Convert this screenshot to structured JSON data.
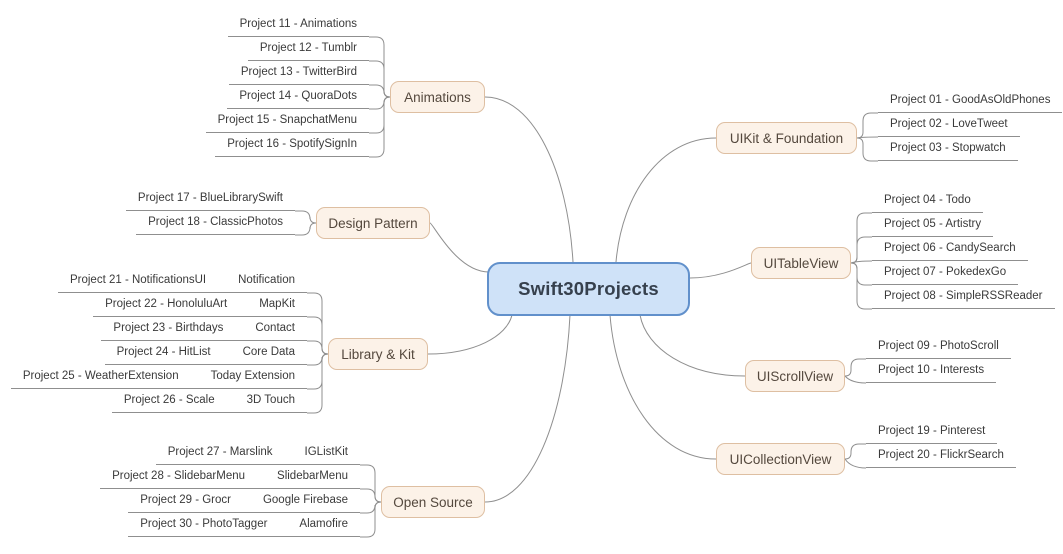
{
  "title": "Swift30Projects",
  "colors": {
    "center_fill": "#cfe2f8",
    "center_border": "#6190cb",
    "center_text": "#36404d",
    "category_fill": "#fcf2e8",
    "category_border": "#debfa2",
    "category_text": "#54483d",
    "leaf_text": "#3a3a3a",
    "line": "#8f8f8f",
    "background": "#ffffff"
  },
  "branches": [
    {
      "label": "Animations",
      "side": "left",
      "children": [
        {
          "label": "Project 11 - Animations"
        },
        {
          "label": "Project 12 - Tumblr"
        },
        {
          "label": "Project 13 - TwitterBird"
        },
        {
          "label": "Project 14 - QuoraDots"
        },
        {
          "label": "Project 15 - SnapchatMenu"
        },
        {
          "label": "Project 16 - SpotifySignIn"
        }
      ]
    },
    {
      "label": "Design Pattern",
      "side": "left",
      "children": [
        {
          "label": "Project 17 - BlueLibrarySwift"
        },
        {
          "label": "Project 18 - ClassicPhotos"
        }
      ]
    },
    {
      "label": "Library & Kit",
      "side": "left",
      "children": [
        {
          "label": "Project 21 - NotificationsUI",
          "tag": "Notification"
        },
        {
          "label": "Project 22 - HonoluluArt",
          "tag": "MapKit"
        },
        {
          "label": "Project 23 - Birthdays",
          "tag": "Contact"
        },
        {
          "label": "Project 24 - HitList",
          "tag": "Core Data"
        },
        {
          "label": "Project 25 - WeatherExtension",
          "tag": "Today Extension"
        },
        {
          "label": "Project 26 - Scale",
          "tag": "3D Touch"
        }
      ]
    },
    {
      "label": "Open Source",
      "side": "left",
      "children": [
        {
          "label": "Project 27 - Marslink",
          "tag": "IGListKit"
        },
        {
          "label": "Project 28 - SlidebarMenu",
          "tag": "SlidebarMenu"
        },
        {
          "label": "Project 29 - Grocr",
          "tag": "Google Firebase"
        },
        {
          "label": "Project 30 - PhotoTagger",
          "tag": "Alamofire"
        }
      ]
    },
    {
      "label": "UIKit & Foundation",
      "side": "right",
      "children": [
        {
          "label": "Project 01 - GoodAsOldPhones"
        },
        {
          "label": "Project 02 - LoveTweet"
        },
        {
          "label": "Project 03 - Stopwatch"
        }
      ]
    },
    {
      "label": "UITableView",
      "side": "right",
      "children": [
        {
          "label": "Project 04 - Todo"
        },
        {
          "label": "Project 05 - Artistry"
        },
        {
          "label": "Project 06 - CandySearch"
        },
        {
          "label": "Project 07 - PokedexGo"
        },
        {
          "label": "Project 08 - SimpleRSSReader"
        }
      ]
    },
    {
      "label": "UIScrollView",
      "side": "right",
      "children": [
        {
          "label": "Project 09 - PhotoScroll"
        },
        {
          "label": "Project 10 - Interests"
        }
      ]
    },
    {
      "label": "UICollectionView",
      "side": "right",
      "children": [
        {
          "label": "Project 19 - Pinterest"
        },
        {
          "label": "Project 20 - FlickrSearch"
        }
      ]
    }
  ]
}
